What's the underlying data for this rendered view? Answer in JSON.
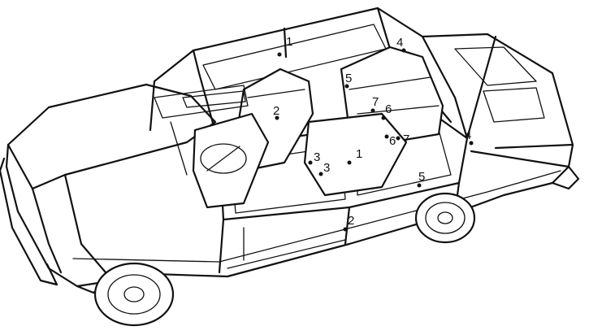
{
  "callouts": [
    {
      "id": "c1a",
      "label": "1"
    },
    {
      "id": "c1b",
      "label": "1"
    },
    {
      "id": "c2a",
      "label": "2"
    },
    {
      "id": "c2b",
      "label": "2"
    },
    {
      "id": "c3a",
      "label": "3"
    },
    {
      "id": "c3b",
      "label": "3"
    },
    {
      "id": "c4a",
      "label": "4"
    },
    {
      "id": "c4b",
      "label": "4"
    },
    {
      "id": "c5a",
      "label": "5"
    },
    {
      "id": "c5b",
      "label": "5"
    },
    {
      "id": "c6a",
      "label": "6"
    },
    {
      "id": "c6b",
      "label": "6"
    },
    {
      "id": "c7a",
      "label": "7"
    },
    {
      "id": "c7b",
      "label": "7"
    }
  ]
}
